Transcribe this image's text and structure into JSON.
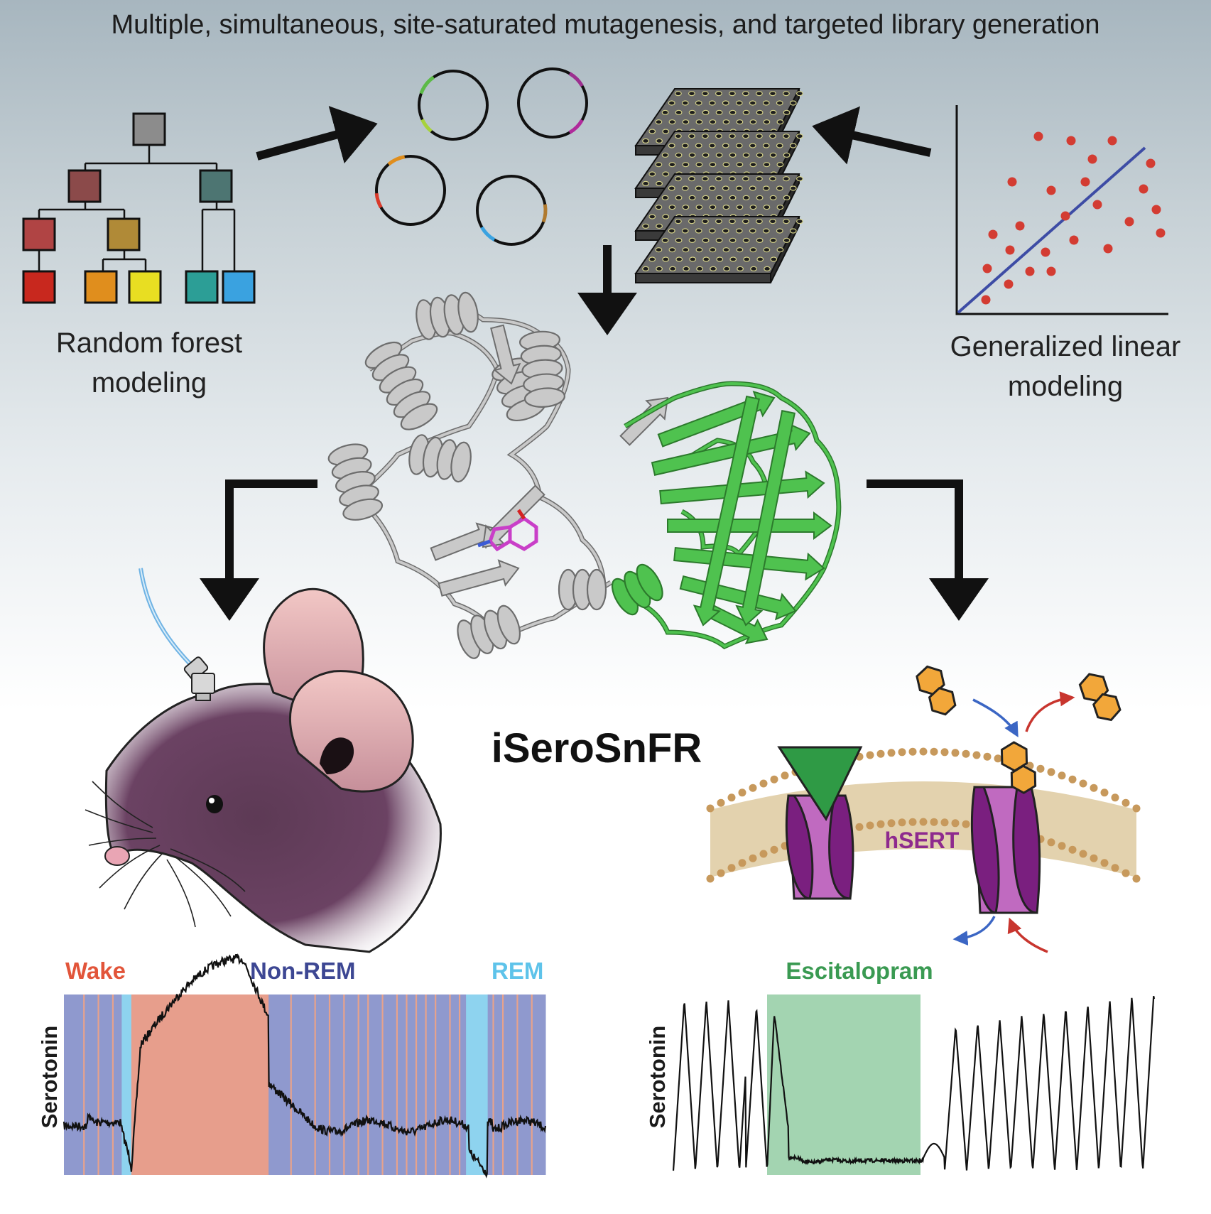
{
  "title": "Multiple, simultaneous, site-saturated mutagenesis, and targeted library generation",
  "random_forest": {
    "label_line1": "Random forest",
    "label_line2": "modeling",
    "node_colors": [
      "#8c8c8c",
      "#8b4a4a",
      "#4d7572",
      "#b04444",
      "#b08a37",
      "#c8281e",
      "#e08e1d",
      "#e8de22",
      "#2c9e96",
      "#3aa2e0"
    ]
  },
  "glm": {
    "label_line1": "Generalized linear",
    "label_line2": "modeling",
    "point_color": "#d33c32",
    "line_color": "#3d4ca5"
  },
  "plasmid_mark_colors": [
    "#5cba47",
    "#a7d23c",
    "#9c2f8f",
    "#b02a9b",
    "#e08e1d",
    "#d93a2b",
    "#3aa2e0",
    "#b07a2f"
  ],
  "product": {
    "name": "iSeroSnFR",
    "gray_color": "#c9c9c9",
    "green_color": "#4fc24f"
  },
  "membrane": {
    "protein_label": "hSERT",
    "protein_color": "#8e2a8e",
    "inhibitor_color": "#2f9a45",
    "serotonin_color": "#f2a73a"
  },
  "sleep_trace": {
    "ylabel": "Serotonin",
    "states": [
      {
        "label": "Wake",
        "color": "#e2553a"
      },
      {
        "label": "Non-REM",
        "color": "#3d4793"
      },
      {
        "label": "REM",
        "color": "#5ec3ea"
      }
    ]
  },
  "drug_trace": {
    "ylabel": "Serotonin",
    "drug_label": "Escitalopram",
    "drug_color": "#3a9a52"
  }
}
